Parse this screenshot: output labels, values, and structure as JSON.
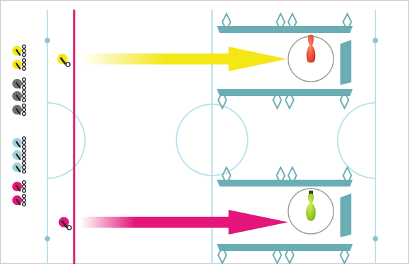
{
  "colors": {
    "background": "#ffffff",
    "line_cyan": "#b8e4ea",
    "foul_line": "#d8156e",
    "rail_teal": "#6aaeb3",
    "rail_teal_light": "#8fc4c9",
    "yellow": "#f5e616",
    "magenta": "#e4157b",
    "grey": "#707070",
    "light_cyan": "#9fd3dc",
    "pin_red": "#e8402a",
    "pin_green": "#9cd11f",
    "circle": "#9a9a9a"
  },
  "icons": {
    "stone": "curling-stone-icon",
    "arrow": "throw-arrow-icon",
    "pin": "bowling-pin-icon",
    "target": "target-circle-icon",
    "bumper": "bumper-block-icon"
  },
  "players": [
    {
      "name": "yellow",
      "color": "#f5e616"
    },
    {
      "name": "magenta",
      "color": "#e4157b"
    }
  ],
  "stone_tray": [
    {
      "color": "yellow"
    },
    {
      "color": "yellow"
    },
    {
      "color": "grey"
    },
    {
      "color": "grey"
    },
    {
      "color": "grey"
    },
    {
      "color": "light_cyan"
    },
    {
      "color": "light_cyan"
    },
    {
      "color": "light_cyan"
    },
    {
      "color": "magenta"
    },
    {
      "color": "magenta"
    }
  ],
  "lanes": [
    {
      "player": "yellow",
      "pin_color": "pin_red"
    },
    {
      "player": "magenta",
      "pin_color": "pin_green"
    }
  ]
}
